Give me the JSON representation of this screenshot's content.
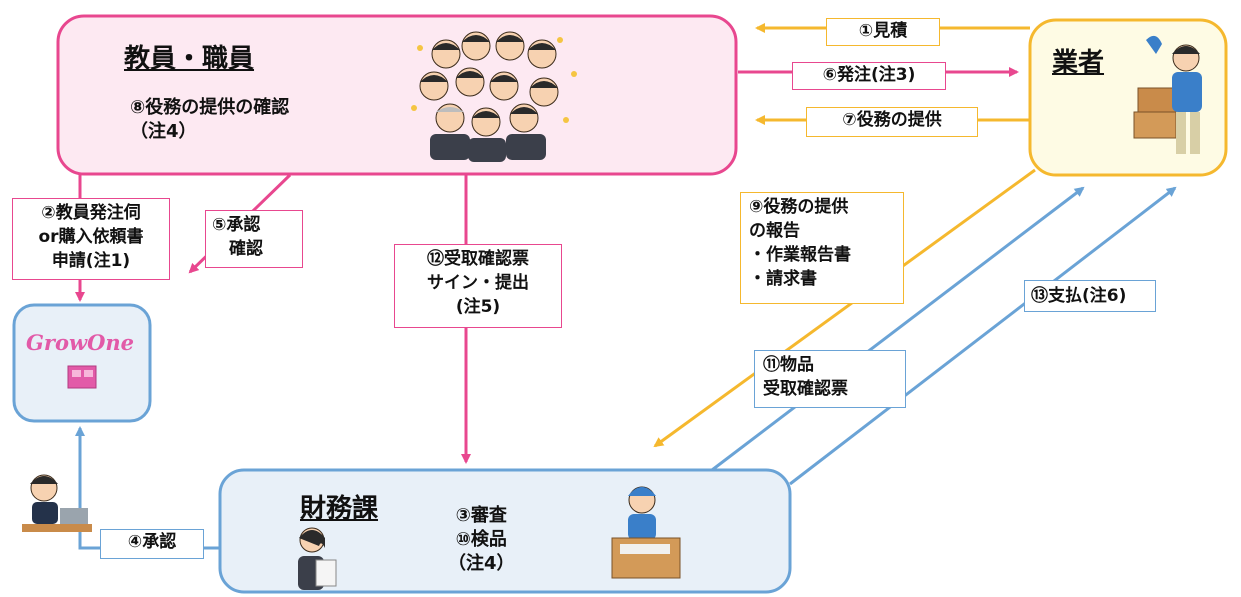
{
  "nodes": {
    "faculty": {
      "title": "教員・職員",
      "sub": "⑧役務の提供の確認\n（注4）"
    },
    "vendor": {
      "title": "業者"
    },
    "growone": {
      "logo": "GrowOne"
    },
    "finance": {
      "title": "財務課",
      "sub": "③審査\n⑩検品\n（注4）"
    }
  },
  "edges": {
    "e1": "①見積",
    "e6": "⑥発注(注3)",
    "e7": "⑦役務の提供",
    "e2": "②教員発注伺\nor購入依頼書\n申請(注1)",
    "e5": "⑤承認\n　確認",
    "e12": "⑫受取確認票\nサイン・提出\n(注5)",
    "e9": "⑨役務の提供\nの報告\n・作業報告書\n・請求書",
    "e13": "⑬支払(注6)",
    "e11": "⑪物品\n受取確認票",
    "e4": "④承認"
  },
  "colors": {
    "pink": "#e8478f",
    "orange": "#f5b82e",
    "blue": "#6aa3d6",
    "faculty_fill": "#fde9f2",
    "vendor_fill": "#fefbe4",
    "blue_fill": "#e8f0f8"
  }
}
